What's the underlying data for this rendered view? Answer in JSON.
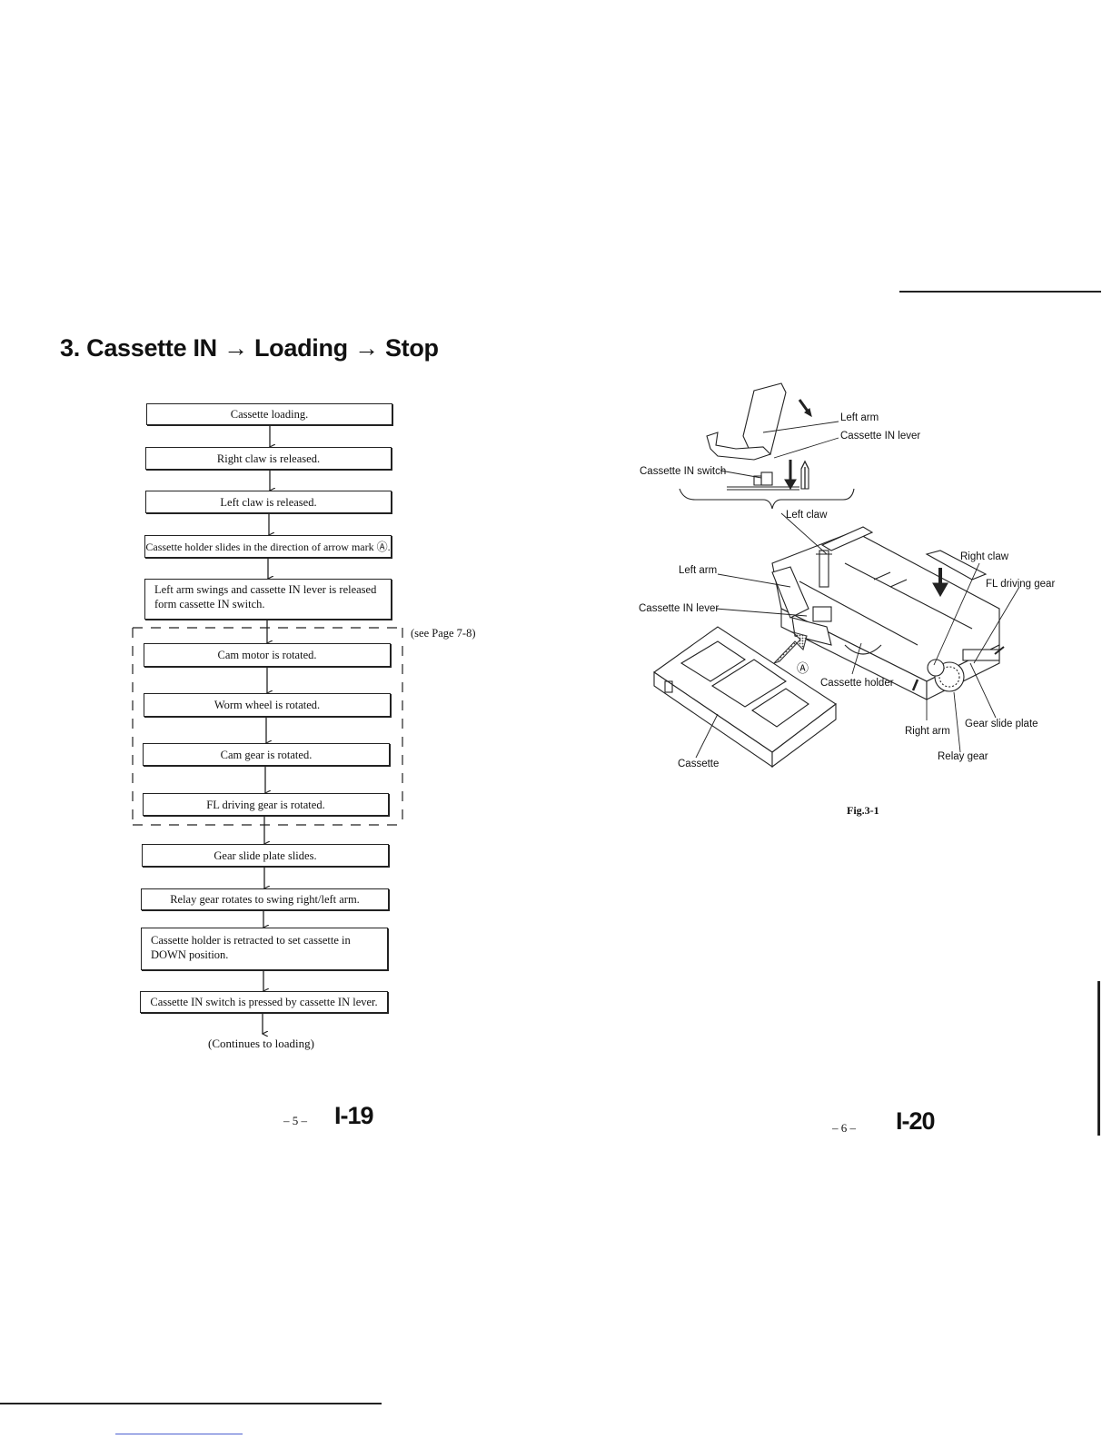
{
  "page": {
    "title": "3. Cassette IN → Loading → Stop"
  },
  "flowchart": {
    "steps": [
      "Cassette loading.",
      "Right claw is released.",
      "Left claw is released.",
      "Cassette holder slides in the direction of arrow mark Ⓐ.",
      "Left arm swings and cassette IN lever is released form cassette IN switch.",
      "Cam motor is rotated.",
      "Worm wheel is rotated.",
      "Cam gear is rotated.",
      "FL driving gear is rotated.",
      "Gear slide plate slides.",
      "Relay gear rotates to swing right/left arm.",
      "Cassette holder is retracted to set cassette in DOWN position.",
      "Cassette IN switch is pressed by cassette IN lever."
    ],
    "side_note": "(see Page 7-8)",
    "continues": "(Continues to loading)"
  },
  "figure": {
    "caption": "Fig.3-1",
    "labels": {
      "left_arm_top": "Left arm",
      "cassette_in_lever_top": "Cassette IN lever",
      "cassette_in_switch": "Cassette IN switch",
      "left_claw": "Left claw",
      "right_claw": "Right claw",
      "fl_driving_gear": "FL driving gear",
      "left_arm": "Left arm",
      "cassette_in_lever": "Cassette IN lever",
      "arrow_mark": "Ⓐ",
      "cassette_holder": "Cassette holder",
      "right_arm": "Right arm",
      "gear_slide_plate": "Gear slide plate",
      "relay_gear": "Relay gear",
      "cassette": "Cassette"
    }
  },
  "footer": {
    "left_small": "– 5 –",
    "left_page": "I-19",
    "right_small": "– 6 –",
    "right_page": "I-20"
  }
}
